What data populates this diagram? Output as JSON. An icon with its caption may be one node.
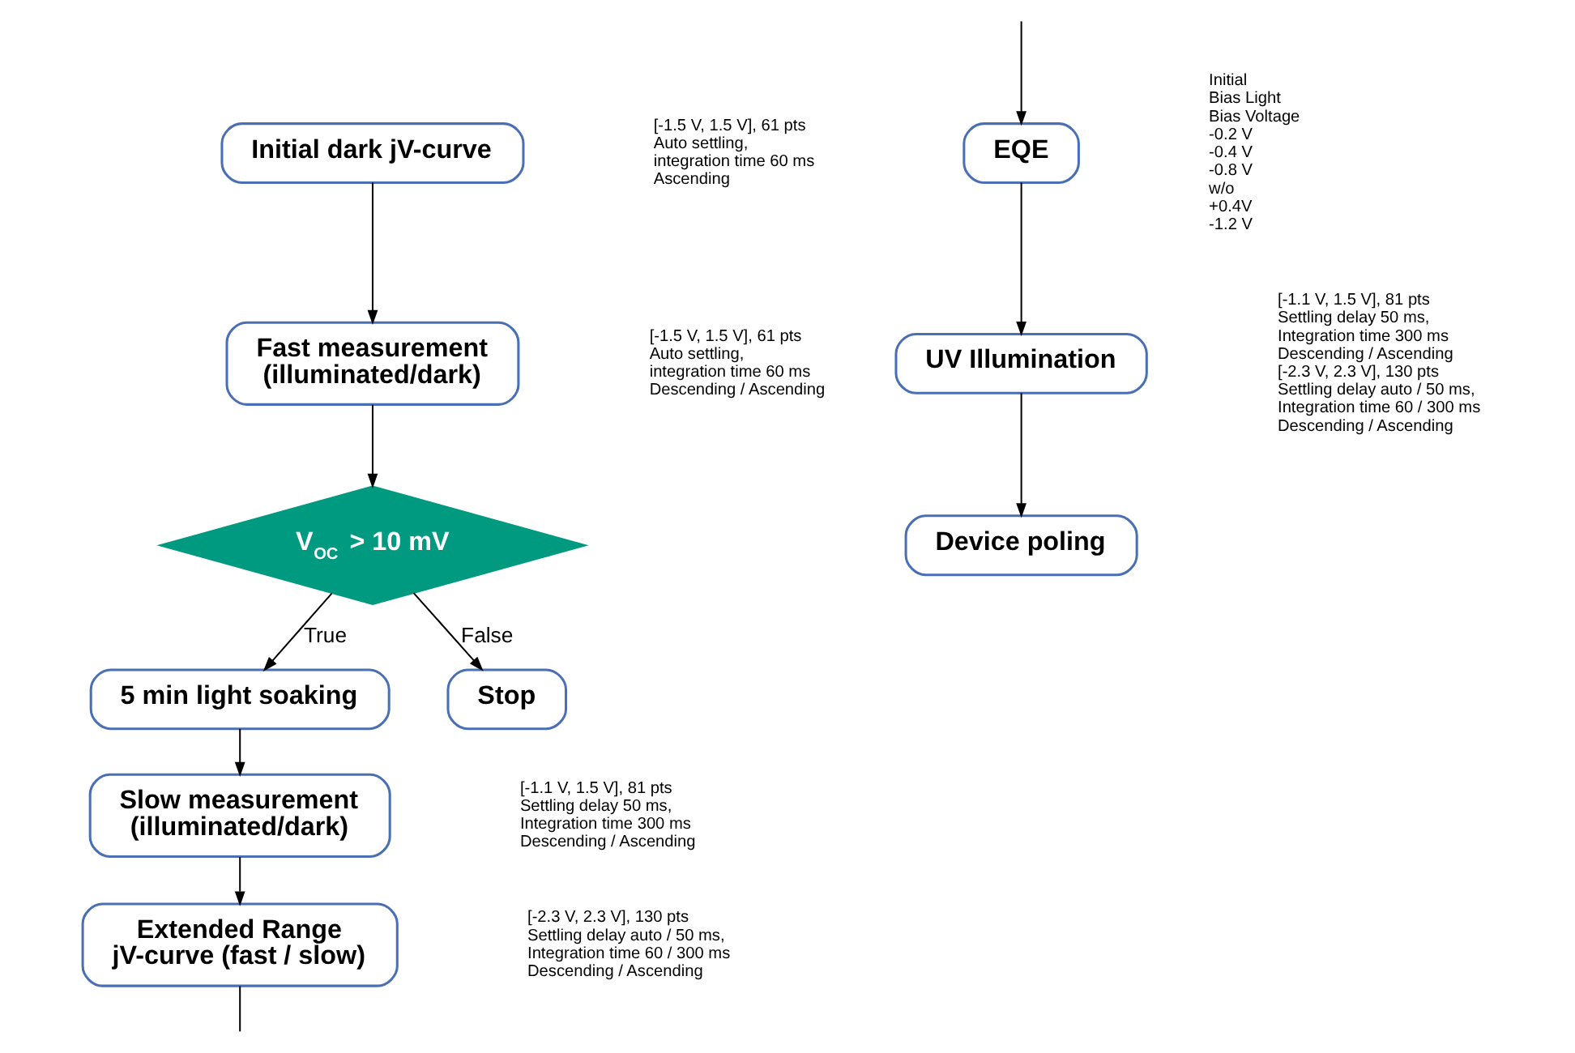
{
  "diagram": {
    "nodes": [
      {
        "text": [
          "Initial dark jV-curve"
        ],
        "beside": [
          "[-1.5 V, 1.5 V], 61 pts",
          "Auto settling,",
          "integration time 60 ms",
          "Ascending"
        ]
      },
      {
        "text": [
          "Fast measurement (illuminated/dark)"
        ],
        "beside": [
          "[-1.5 V, 1.5 V], 61 pts",
          "Auto settling,",
          "integration time 60 ms",
          "Descending / Ascending"
        ]
      },
      {
        "text": [
          "V$_{OC}$ > 10 mV"
        ]
      },
      {
        "text": [
          "5 min light soaking"
        ]
      },
      {
        "text": [
          "Stop"
        ]
      },
      {
        "text": [
          "Slow measurement (illuminated/dark)"
        ],
        "beside": [
          "[-1.1 V, 1.5 V], 81 pts",
          "Settling delay 50 ms,",
          "Integration time 300 ms",
          "Descending / Ascending"
        ]
      },
      {
        "text": [
          "Extended Range jV-curve (fast / slow)"
        ],
        "beside": [
          "[-2.3 V, 2.3 V], 130 pts",
          "Settling delay auto / 50 ms,",
          "Integration time 60 / 300 ms",
          "Descending / Ascending"
        ]
      },
      {
        "text": [
          "EQE"
        ],
        "beside": [
          "Initial",
          "Bias Light",
          "Bias Voltage",
          "-0.2 V",
          "-0.4 V",
          "-0.8 V",
          "w/o",
          "+0.4V",
          "-1.2 V"
        ]
      },
      {
        "text": [
          "UV Illumination"
        ],
        "beside": [
          "[-1.1 V, 1.5 V], 81 pts",
          "Settling delay 50 ms,",
          "Integration time 300 ms",
          "Descending / Ascending",
          "[-2.3 V, 2.3 V], 130 pts",
          "Settling delay auto / 50 ms,",
          "Integration time 60 / 300 ms",
          "Descending / Ascending"
        ]
      },
      {
        "text": [
          "Device poling"
        ]
      }
    ],
    "edges": [
      {
        "from": 0,
        "to": 1,
        "arrow": "to"
      },
      {
        "from": 1,
        "to": 2,
        "arrow": "to"
      },
      {
        "from": 2,
        "to": 3,
        "arrow": "to",
        "label": "True"
      },
      {
        "from": 2,
        "to": 4,
        "arrow": "to",
        "label": "False"
      },
      {
        "from": 3,
        "to": 5,
        "arrow": "to"
      },
      {
        "from": 5,
        "to": 6,
        "arrow": "to"
      },
      {
        "from": 6,
        "to": null,
        "arrow": "none"
      },
      {
        "from": null,
        "to": 7,
        "arrow": "to"
      },
      {
        "from": 7,
        "to": 8,
        "arrow": "to"
      },
      {
        "from": 8,
        "to": 9,
        "arrow": "to"
      }
    ]
  }
}
